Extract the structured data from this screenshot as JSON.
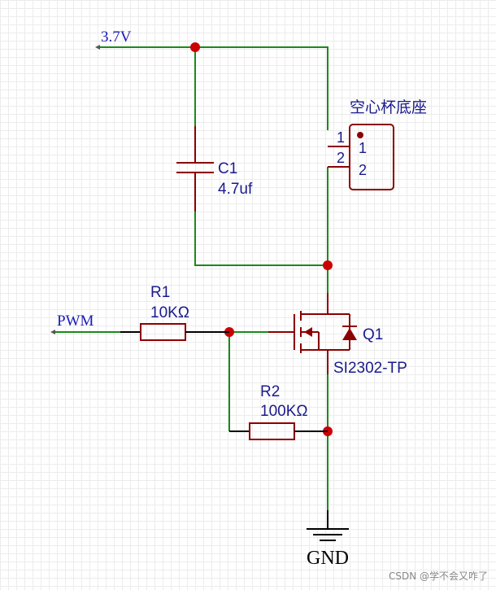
{
  "nets": {
    "power": "3.7V",
    "pwm": "PWM",
    "ground": "GND"
  },
  "components": {
    "c1": {
      "ref": "C1",
      "value": "4.7uf"
    },
    "r1": {
      "ref": "R1",
      "value": "10KΩ"
    },
    "r2": {
      "ref": "R2",
      "value": "100KΩ"
    },
    "q1": {
      "ref": "Q1",
      "part": "SI2302-TP"
    },
    "connector": {
      "name": "空心杯底座",
      "pins": [
        "1",
        "2"
      ],
      "wire_pins": [
        "1",
        "2"
      ]
    }
  },
  "watermark": "CSDN @学不会又咋了",
  "colors": {
    "wire": "#1a8a1a",
    "component": "#8b0000",
    "junction": "#cc0000",
    "label": "#1a1a8c",
    "net_label": "#1a1ab8"
  }
}
